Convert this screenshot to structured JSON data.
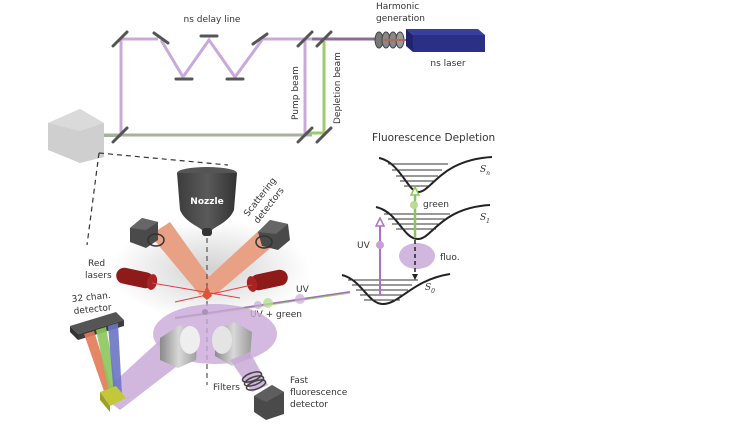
{
  "optical_path": {
    "delay_line_label": "ns delay line",
    "harmonic_label_line1": "Harmonic",
    "harmonic_label_line2": "generation",
    "laser_label": "ns laser",
    "pump_beam_label": "Pump beam",
    "depletion_beam_label": "Depletion beam"
  },
  "energy_diagram": {
    "title": "Fluorescence Depletion",
    "states": [
      {
        "name": "S",
        "subscript": "n"
      },
      {
        "name": "S",
        "subscript": "1"
      },
      {
        "name": "S",
        "subscript": "0"
      }
    ],
    "green_label": "green",
    "uv_label": "UV",
    "fluo_label": "fluo."
  },
  "setup": {
    "nozzle_label": "Nozzle",
    "scattering_label_line1": "Scattering",
    "scattering_label_line2": "detectors",
    "red_lasers_line1": "Red",
    "red_lasers_line2": "lasers",
    "detector32_line1": "32 chan.",
    "detector32_line2": "detector",
    "uv_label": "UV",
    "uv_green_label": "UV + green",
    "filters_label": "Filters",
    "fast_det_line1": "Fast",
    "fast_det_line2": "fluorescence",
    "fast_det_line3": "detector"
  },
  "colors": {
    "uv_beam": "#c9a9d8",
    "green_beam": "#9ccc6a",
    "laser_body": "#2b2f86",
    "red_laser": "#8e1a1a",
    "scatter_cone": "#e9a185",
    "detector": "#4a4a4a"
  }
}
